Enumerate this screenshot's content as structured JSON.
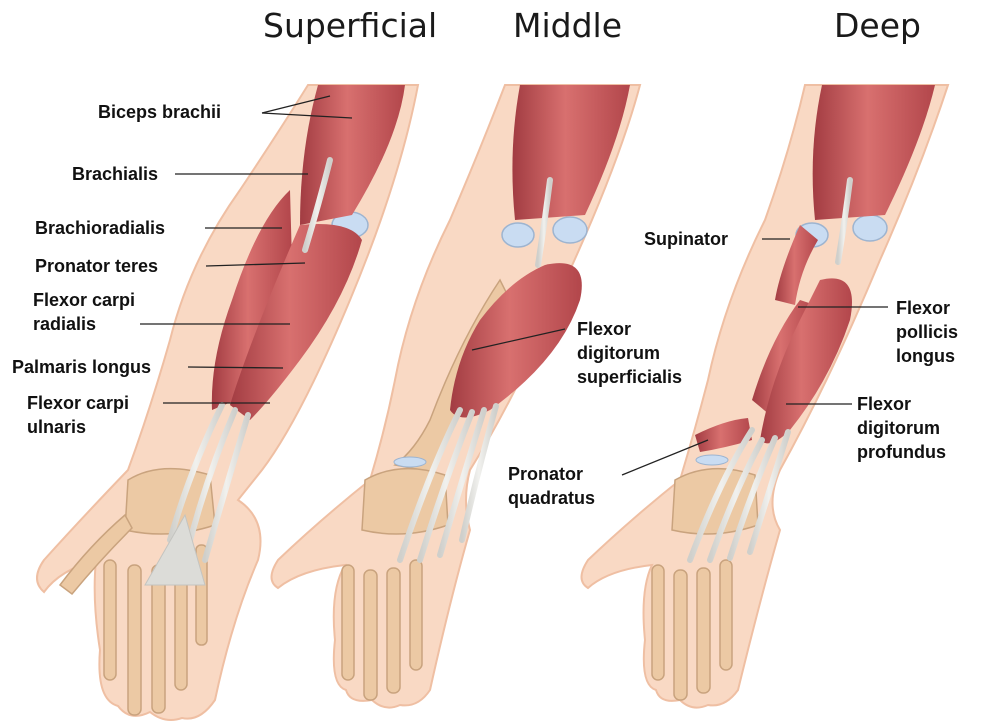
{
  "headings": {
    "superficial": "Superficial",
    "middle": "Middle",
    "deep": "Deep"
  },
  "labels": {
    "biceps_brachii": "Biceps brachii",
    "brachialis": "Brachialis",
    "brachioradialis": "Brachioradialis",
    "pronator_teres": "Pronator teres",
    "flexor_carpi_radialis": [
      "Flexor carpi",
      "radialis"
    ],
    "palmaris_longus": "Palmaris longus",
    "flexor_carpi_ulnaris": [
      "Flexor carpi",
      "ulnaris"
    ],
    "flexor_digitorum_superficialis": [
      "Flexor",
      "digitorum",
      "superficialis"
    ],
    "pronator_quadratus": [
      "Pronator",
      "quadratus"
    ],
    "supinator": "Supinator",
    "flexor_pollicis_longus": [
      "Flexor",
      "pollicis",
      "longus"
    ],
    "flexor_digitorum_profundus": [
      "Flexor",
      "digitorum",
      "profundus"
    ]
  },
  "colors": {
    "skin": "#f9d9c4",
    "skin_edge": "#efbfa3",
    "muscle": "#c65356",
    "muscle_dark": "#a23c42",
    "muscle_light": "#dc7f7f",
    "tendon": "#e3e3e0",
    "bone": "#ecc9a4",
    "bone_edge": "#c9a37e",
    "cartilage": "#c9dcf2",
    "leader": "#222222"
  }
}
